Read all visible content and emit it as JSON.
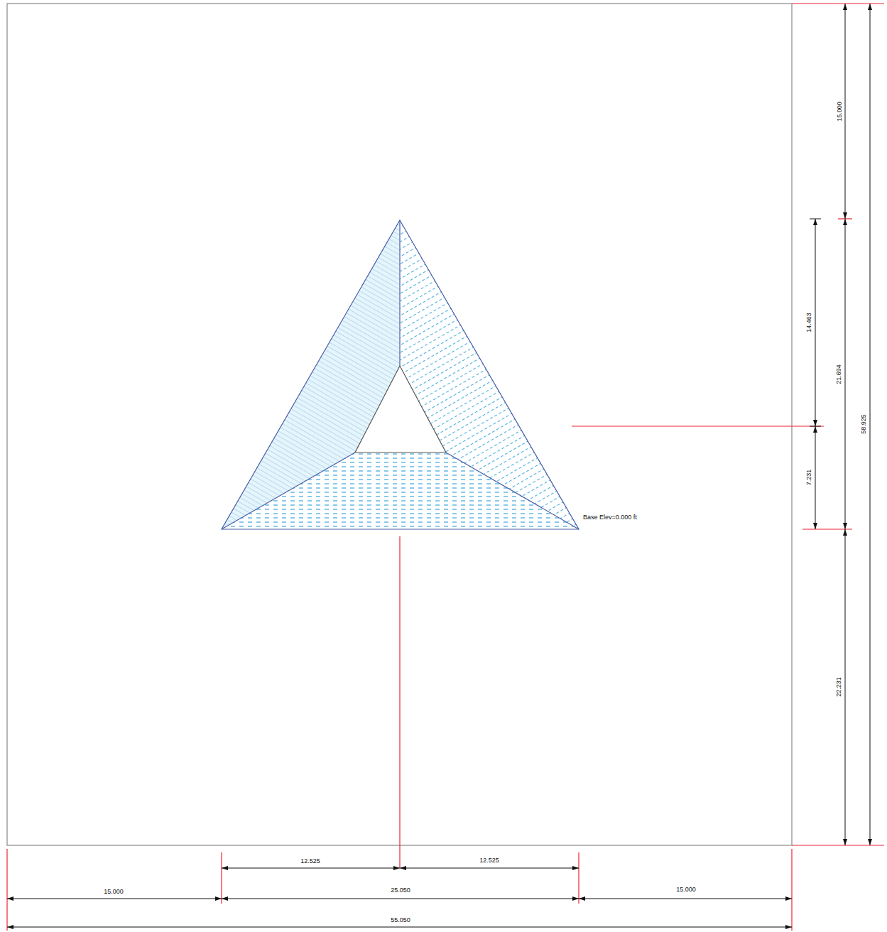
{
  "diagram": {
    "labels": [
      "15.000",
      "14.463",
      "21.694",
      "58.925",
      "7.231",
      "Base Elev=0.000 ft",
      "22.231",
      "12.525",
      "12.525",
      "15.000",
      "25.050",
      "15.000",
      "55.050"
    ]
  }
}
